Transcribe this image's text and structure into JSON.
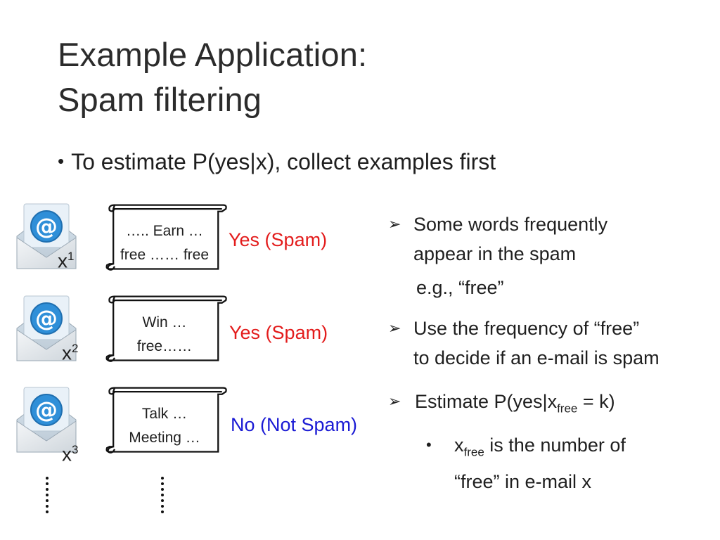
{
  "slide": {
    "title_line1": "Example Application:",
    "title_line2": "Spam filtering",
    "bullet": "To estimate P(yes|x), collect examples first"
  },
  "examples": [
    {
      "var": "x",
      "index": "1",
      "line1": "….. Earn …",
      "line2": "free …… free",
      "label": "Yes (Spam)"
    },
    {
      "var": "x",
      "index": "2",
      "line1": "Win …",
      "line2": "free……",
      "label": "Yes (Spam)"
    },
    {
      "var": "x",
      "index": "3",
      "line1": "Talk …",
      "line2": "Meeting …",
      "label": "No (Not Spam)"
    }
  ],
  "right": {
    "p1_line1": "Some words frequently",
    "p1_line2": "appear in the spam",
    "p1_eg": "e.g., “free”",
    "p2_line1": "Use the frequency of “free”",
    "p2_line2": "to decide if an e-mail is spam",
    "p3_prefix": "Estimate P(yes|x",
    "p3_sub": "free",
    "p3_suffix": " = k)",
    "p4_var": "x",
    "p4_sub": "free",
    "p4_rest": " is the number of",
    "p4_line2": "“free” in e-mail x"
  },
  "colors": {
    "spam": "#e31c1c",
    "not_spam": "#1a1ad4",
    "envelope_blue": "#2f8fd8"
  },
  "icons": [
    "email-at-icon",
    "scroll-icon",
    "arrow-bullet-icon"
  ]
}
